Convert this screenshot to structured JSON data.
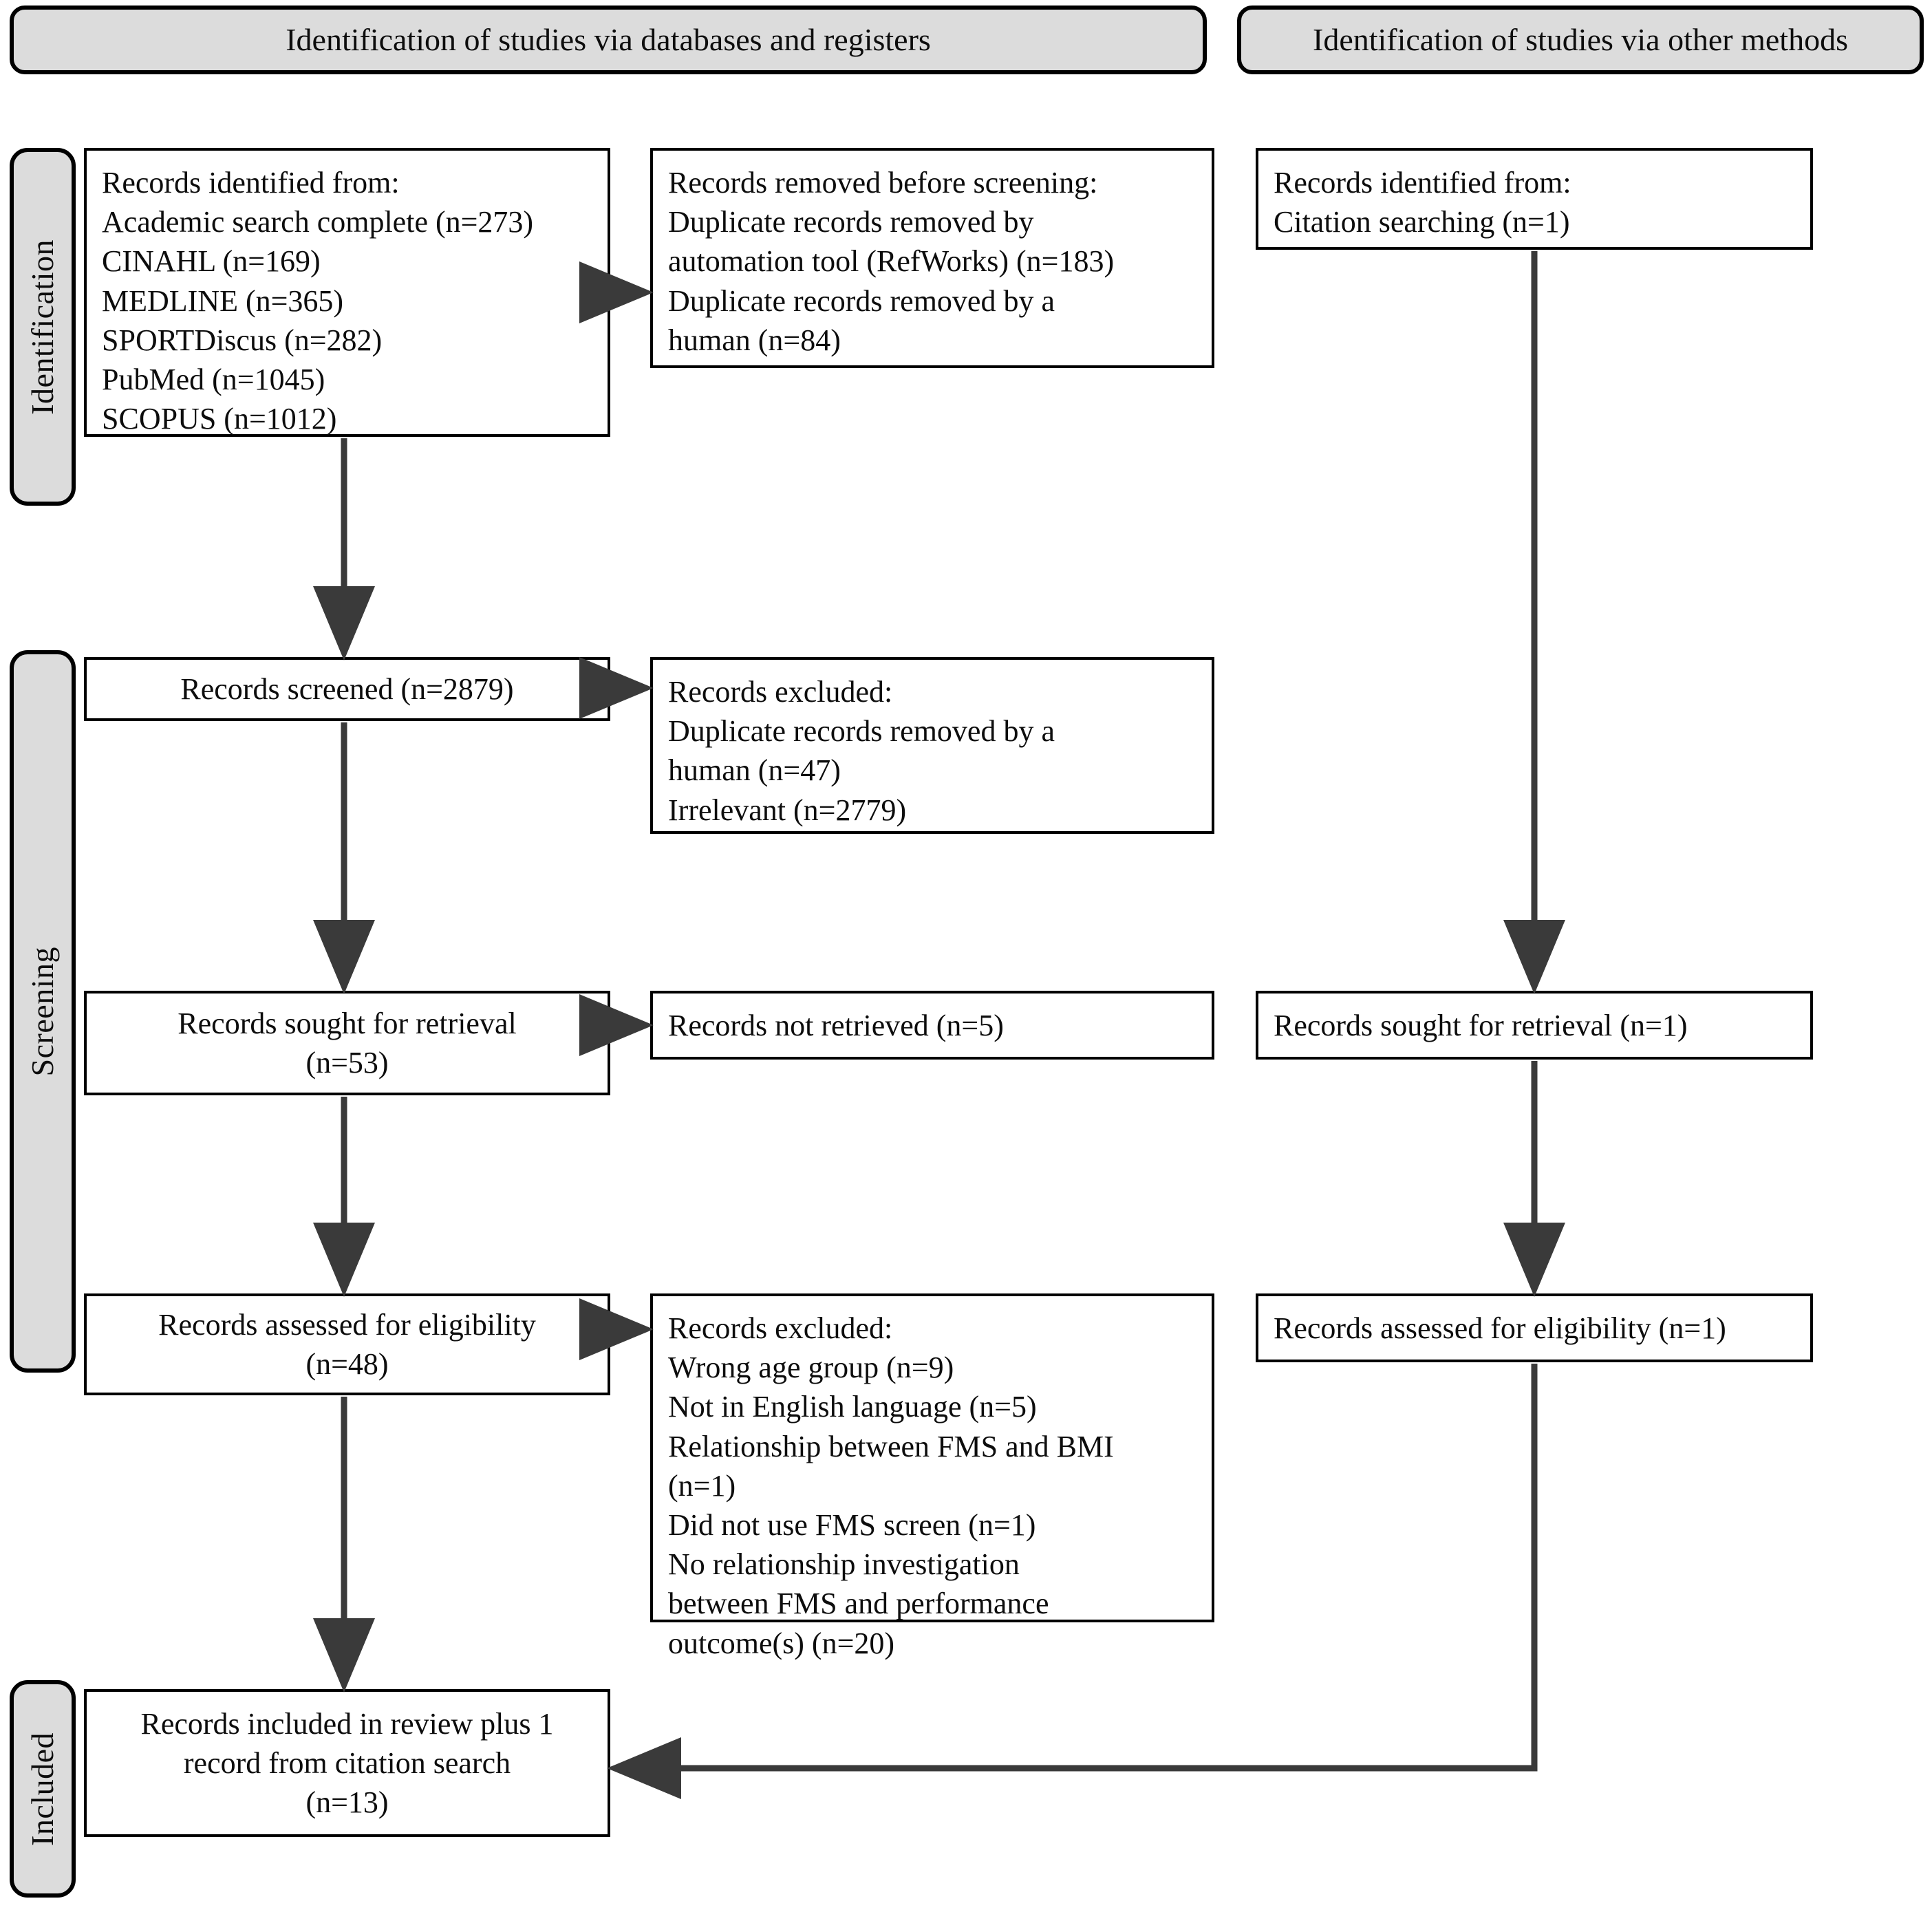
{
  "diagram": {
    "type": "PRISMA 2020 flow diagram",
    "accent_color": "#dcdcdc",
    "line_color": "#3a3a3a",
    "border_color": "#000000"
  },
  "headers": {
    "databases": "Identification of studies via databases and registers",
    "other": "Identification of studies via other methods"
  },
  "stages": {
    "identification": "Identification",
    "screening": "Screening",
    "included": "Included"
  },
  "boxes": {
    "identified_databases": {
      "lines": [
        "Records identified from:",
        "Academic search complete (n=273)",
        "CINAHL (n=169)",
        "MEDLINE (n=365)",
        "SPORTDiscus (n=282)",
        "PubMed (n=1045)",
        "SCOPUS (n=1012)"
      ]
    },
    "removed_before_screening": {
      "lines": [
        "Records removed before screening:",
        "Duplicate records removed by",
        "automation tool (RefWorks) (n=183)",
        "Duplicate records removed by a",
        "human (n=84)"
      ]
    },
    "identified_other": {
      "lines": [
        "Records identified from:",
        "Citation searching (n=1)"
      ]
    },
    "records_screened": {
      "lines": [
        "Records screened (n=2879)"
      ]
    },
    "records_excluded_screening": {
      "lines": [
        "Records excluded:",
        "Duplicate records removed by a",
        "human (n=47)",
        "Irrelevant (n=2779)"
      ]
    },
    "sought_retrieval_db": {
      "lines": [
        "Records sought for retrieval",
        "(n=53)"
      ]
    },
    "not_retrieved_db": {
      "lines": [
        "Records not retrieved (n=5)"
      ]
    },
    "sought_retrieval_other": {
      "lines": [
        "Records sought for retrieval (n=1)"
      ]
    },
    "assessed_eligibility_db": {
      "lines": [
        "Records assessed for eligibility",
        "(n=48)"
      ]
    },
    "records_excluded_eligibility": {
      "lines": [
        "Records excluded:",
        "Wrong age group (n=9)",
        "Not in English language (n=5)",
        "Relationship between FMS and BMI",
        "(n=1)",
        "Did not use FMS screen (n=1)",
        "No relationship investigation",
        "between FMS and performance",
        "outcome(s) (n=20)"
      ]
    },
    "assessed_eligibility_other": {
      "lines": [
        "Records assessed for eligibility (n=1)"
      ]
    },
    "included_final": {
      "lines": [
        "Records included in review plus 1",
        "record from citation search",
        "(n=13)"
      ]
    }
  }
}
